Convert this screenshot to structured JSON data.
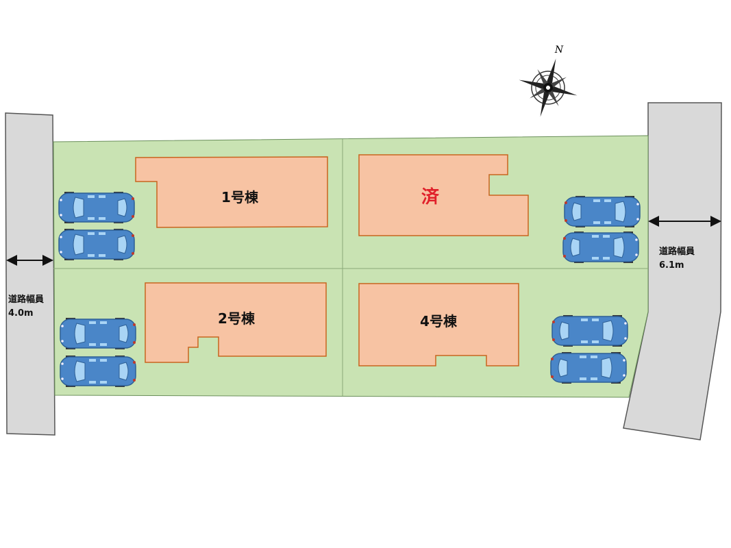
{
  "buildings": [
    {
      "label": "1号棟",
      "status": "available"
    },
    {
      "label": "済",
      "status": "sold"
    },
    {
      "label": "2号棟",
      "status": "available"
    },
    {
      "label": "4号棟",
      "status": "available"
    }
  ],
  "roads": {
    "left": {
      "title": "道路幅員",
      "width": "4.0m"
    },
    "right": {
      "title": "道路幅員",
      "width": "6.1m"
    }
  },
  "compass": {
    "north_label": "N"
  },
  "colors": {
    "lot": "#c9e3b3",
    "building": "#f7c3a3",
    "building_border": "#c8641e",
    "road": "#d9d9d9",
    "car": "#4a86c8",
    "sold_text": "#e0202a"
  },
  "parking_spaces_per_lot": 2
}
